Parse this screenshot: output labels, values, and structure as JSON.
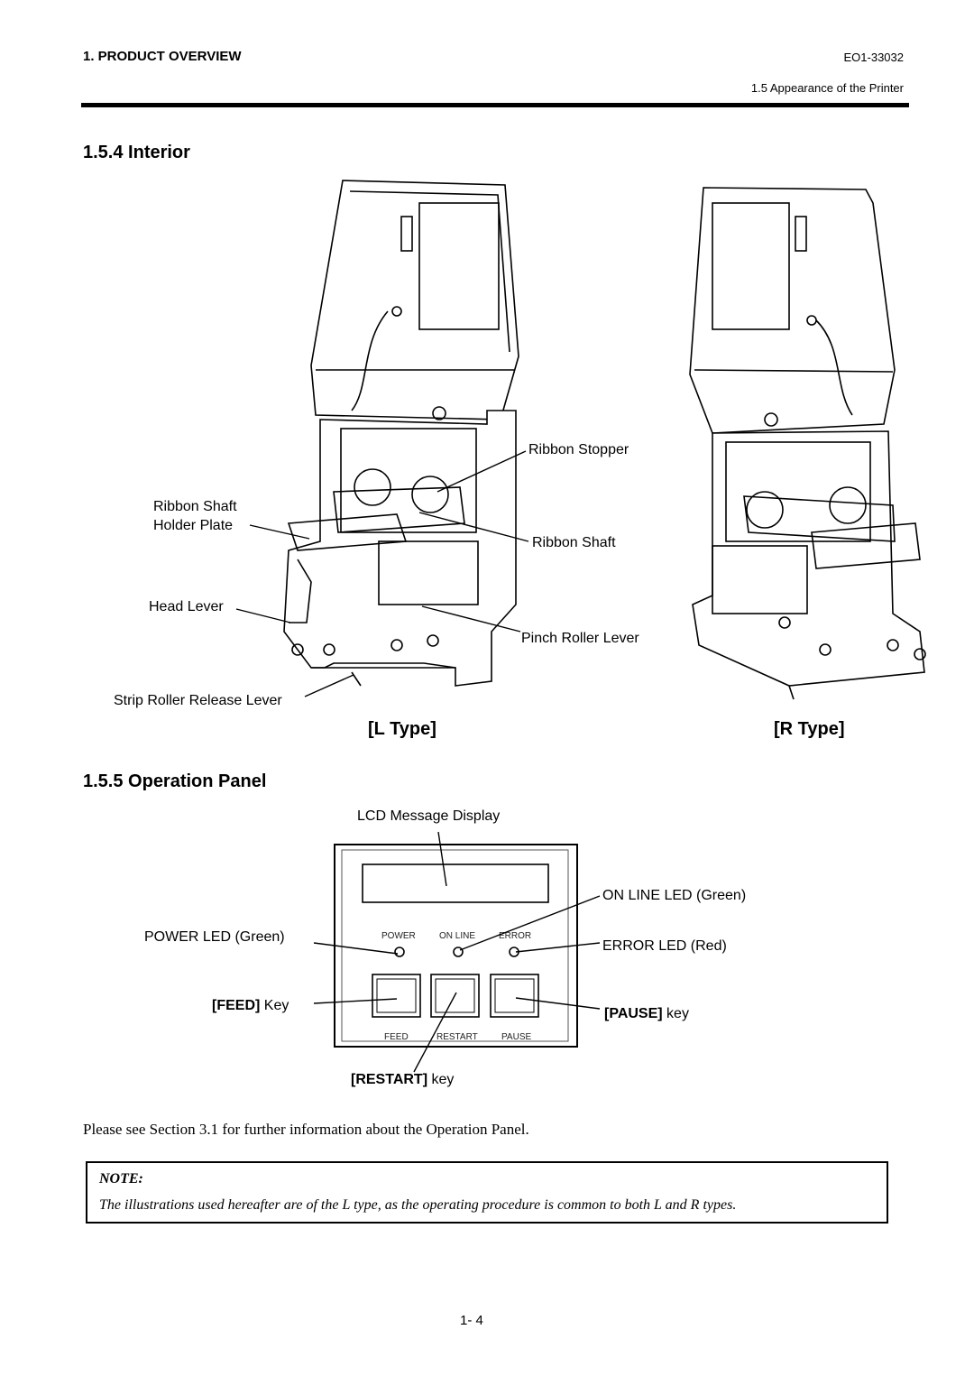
{
  "header": {
    "section": "1. PRODUCT OVERVIEW",
    "doc_id": "EO1-33032",
    "subsection": "1.5 Appearance of the Printer"
  },
  "interior": {
    "title": "1.5.4  Interior",
    "labels": {
      "ribbon_stopper": "Ribbon Stopper",
      "ribbon_shaft_holder_1": "Ribbon Shaft",
      "ribbon_shaft_holder_2": "Holder Plate",
      "ribbon_shaft": "Ribbon Shaft",
      "head_lever": "Head Lever",
      "pinch_roller_lever": "Pinch Roller Lever",
      "strip_roller_release_lever": "Strip Roller Release Lever"
    },
    "l_type": "[L Type]",
    "r_type": "[R Type]"
  },
  "operation_panel": {
    "title": "1.5.5  Operation Panel",
    "lcd_label": "LCD Message Display",
    "online_led_label": "ON LINE LED (Green)",
    "power_led_label": "POWER LED (Green)",
    "error_led_label": "ERROR LED (Red)",
    "feed_key_bold": "[FEED]",
    "feed_key_rest": " Key",
    "pause_key_bold": "[PAUSE]",
    "pause_key_rest": " key",
    "restart_key_bold": "[RESTART]",
    "restart_key_rest": " key",
    "panel_led_power": "POWER",
    "panel_led_online": "ON LINE",
    "panel_led_error": "ERROR",
    "panel_key_feed": "FEED",
    "panel_key_restart": "RESTART",
    "panel_key_pause": "PAUSE"
  },
  "paragraph": "Please see Section 3.1 for further information about the Operation Panel.",
  "note": {
    "title": "NOTE:",
    "text": "The illustrations used hereafter are of the L type, as the operating procedure is common to both L and R types."
  },
  "page_number": "1- 4"
}
